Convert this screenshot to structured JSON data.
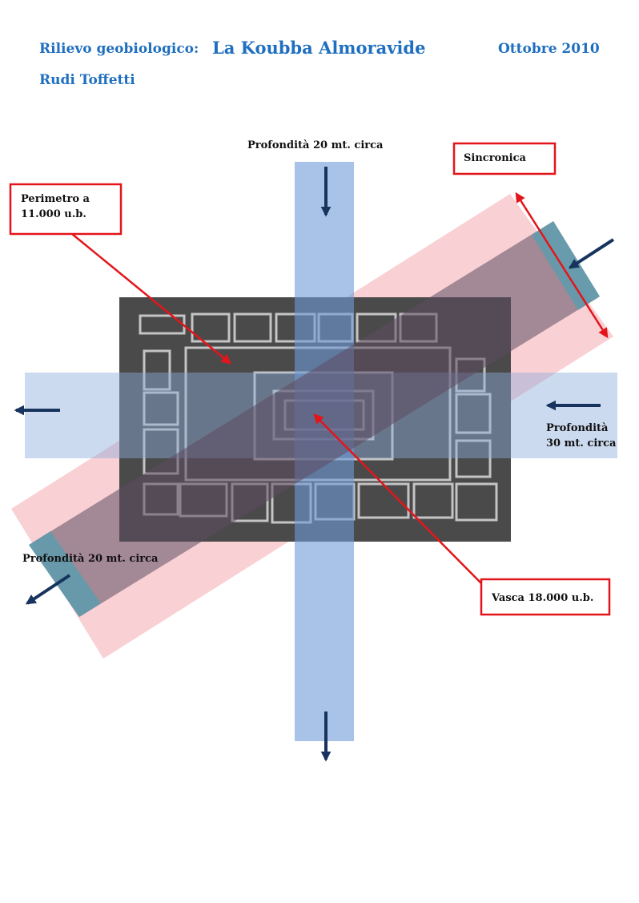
{
  "header": {
    "label": "Rilievo geobiologico:",
    "title": "La Koubba Almoravide",
    "date": "Ottobre 2010",
    "author": "Rudi Toffetti"
  },
  "annotations": {
    "depth_top": "Profondità 20 mt. circa",
    "depth_right_line1": "Profondità",
    "depth_right_line2": "30 mt. circa",
    "depth_left_bottom": "Profondità 20 mt. circa",
    "sincronica": "Sincronica",
    "perimetro_line1": "Perimetro a",
    "perimetro_line2": "11.000 u.b.",
    "vasca": "Vasca 18.000 u.b."
  },
  "colors": {
    "header_text": "#1f6fc0",
    "blue_band": "#6e9ad8",
    "teal_band": "#5d9cae",
    "pink_band": "#f4a2aa",
    "grey_band": "#6d5a6e",
    "plan_bg": "#4a4a4a",
    "plan_walls": "#d9d9d9",
    "arrow_navy": "#17345e",
    "callout_red": "#e3151a"
  }
}
